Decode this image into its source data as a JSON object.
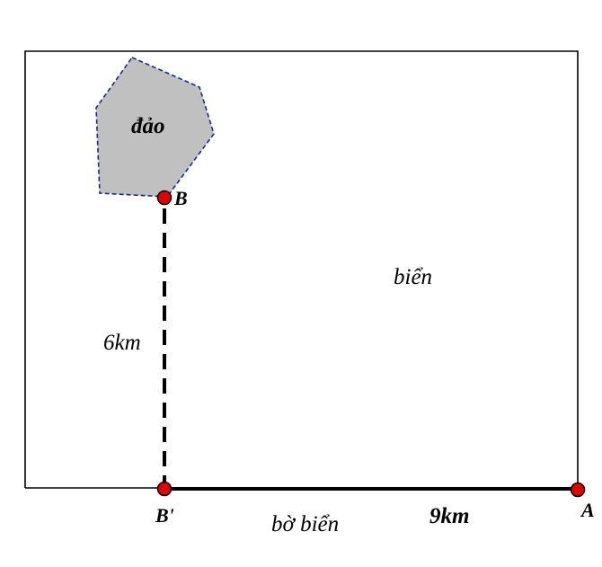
{
  "labels": {
    "island": "đảo",
    "point_b": "B",
    "point_b_prime": "B'",
    "point_a": "A",
    "sea": "biển",
    "distance_bb": "6km",
    "distance_ba": "9km",
    "shore": "bờ biển"
  },
  "colors": {
    "island_fill": "#c0c0c0",
    "island_outline": "#1a2a8a",
    "point_fill": "#e00000",
    "line": "#000000"
  }
}
